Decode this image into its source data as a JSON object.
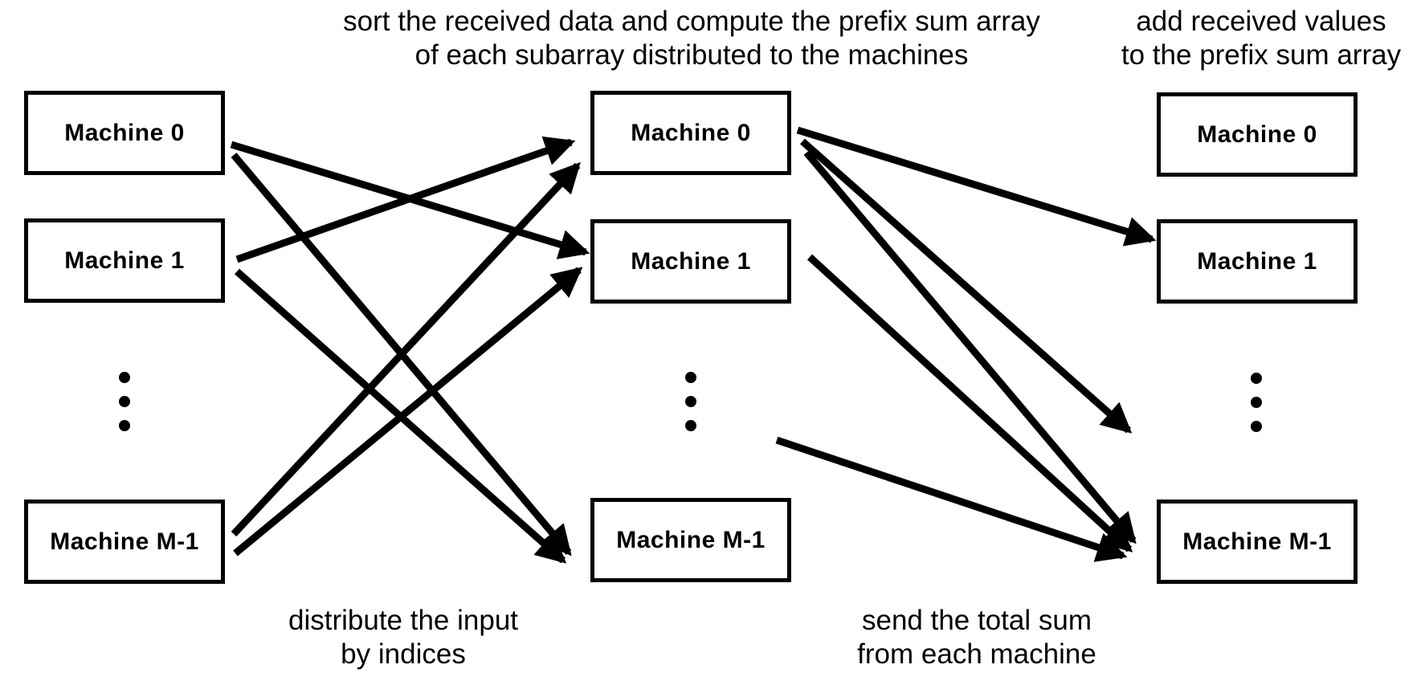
{
  "colors": {
    "foreground": "#000000",
    "background": "#ffffff"
  },
  "annotations": {
    "top_center": {
      "line1": "sort the received data and compute the prefix sum array",
      "line2": "of each subarray distributed to the machines"
    },
    "top_right": {
      "line1": "add received values",
      "line2": "to the prefix sum array"
    },
    "bottom_left": {
      "line1": "distribute the input",
      "line2": "by indices"
    },
    "bottom_right": {
      "line1": "send the total sum",
      "line2": "from each machine"
    }
  },
  "columns": [
    {
      "role": "input",
      "machines": [
        "Machine 0",
        "Machine 1",
        "Machine M-1"
      ]
    },
    {
      "role": "after-sort",
      "machines": [
        "Machine 0",
        "Machine 1",
        "Machine M-1"
      ]
    },
    {
      "role": "final-result",
      "machines": [
        "Machine 0",
        "Machine 1",
        "Machine M-1"
      ]
    }
  ]
}
